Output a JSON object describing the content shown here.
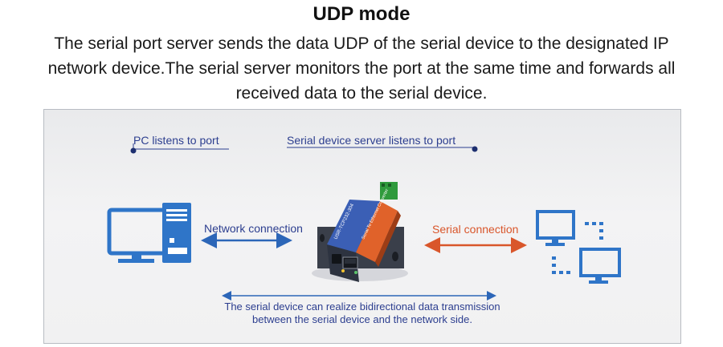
{
  "header": {
    "title": "UDP mode",
    "description_lines": [
      "The serial port server sends the data UDP of the serial device to the designated IP",
      "network device.The serial server monitors the port at the same time and forwards all",
      "received data to the serial device."
    ]
  },
  "diagram": {
    "pc_label": "PC listens to port",
    "server_label": "Serial device server listens to port",
    "network_label": "Network connection",
    "serial_label": "Serial connection",
    "footnote_lines": [
      "The serial device can realize bidirectional data transmission",
      "between the serial device and the network side."
    ],
    "device_text": {
      "model": "USR-TCP232-304",
      "name": "Serial To Ethernet Converter"
    },
    "colors": {
      "blue": "#2c3e8f",
      "orange": "#d9562b",
      "icon_blue": "#2f75c8"
    }
  }
}
